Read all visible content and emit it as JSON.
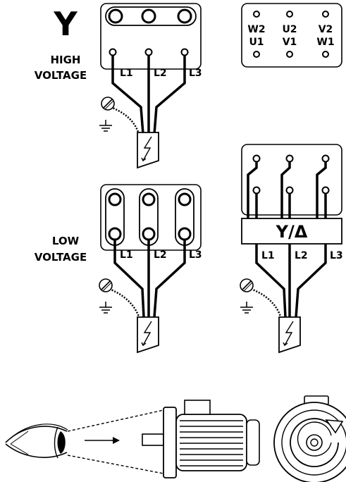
{
  "high_voltage": {
    "symbol": "Y",
    "label_line1": "HIGH",
    "label_line2": "VOLTAGE"
  },
  "terminal_key": {
    "top_row": [
      "W2",
      "U2",
      "V2"
    ],
    "bottom_row": [
      "U1",
      "V1",
      "W1"
    ]
  },
  "low_voltage": {
    "label_line1": "LOW",
    "label_line2": "VOLTAGE"
  },
  "starter": {
    "label": "Y/Δ"
  },
  "lines": [
    "L1",
    "L2",
    "L3"
  ]
}
